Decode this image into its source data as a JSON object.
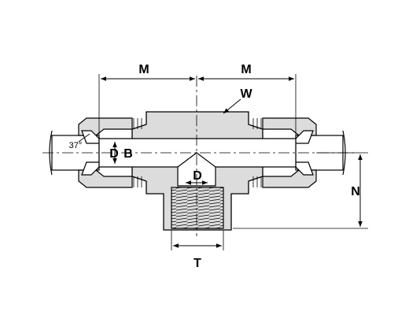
{
  "labels": {
    "m_left": "M",
    "m_right": "M",
    "w": "W",
    "angle": "37°",
    "d_left": "D",
    "b": "B",
    "d_center": "D",
    "n": "N",
    "t": "T"
  },
  "colors": {
    "body_fill": "#dcdcdc",
    "outline": "#000000",
    "centerline": "#000000"
  }
}
